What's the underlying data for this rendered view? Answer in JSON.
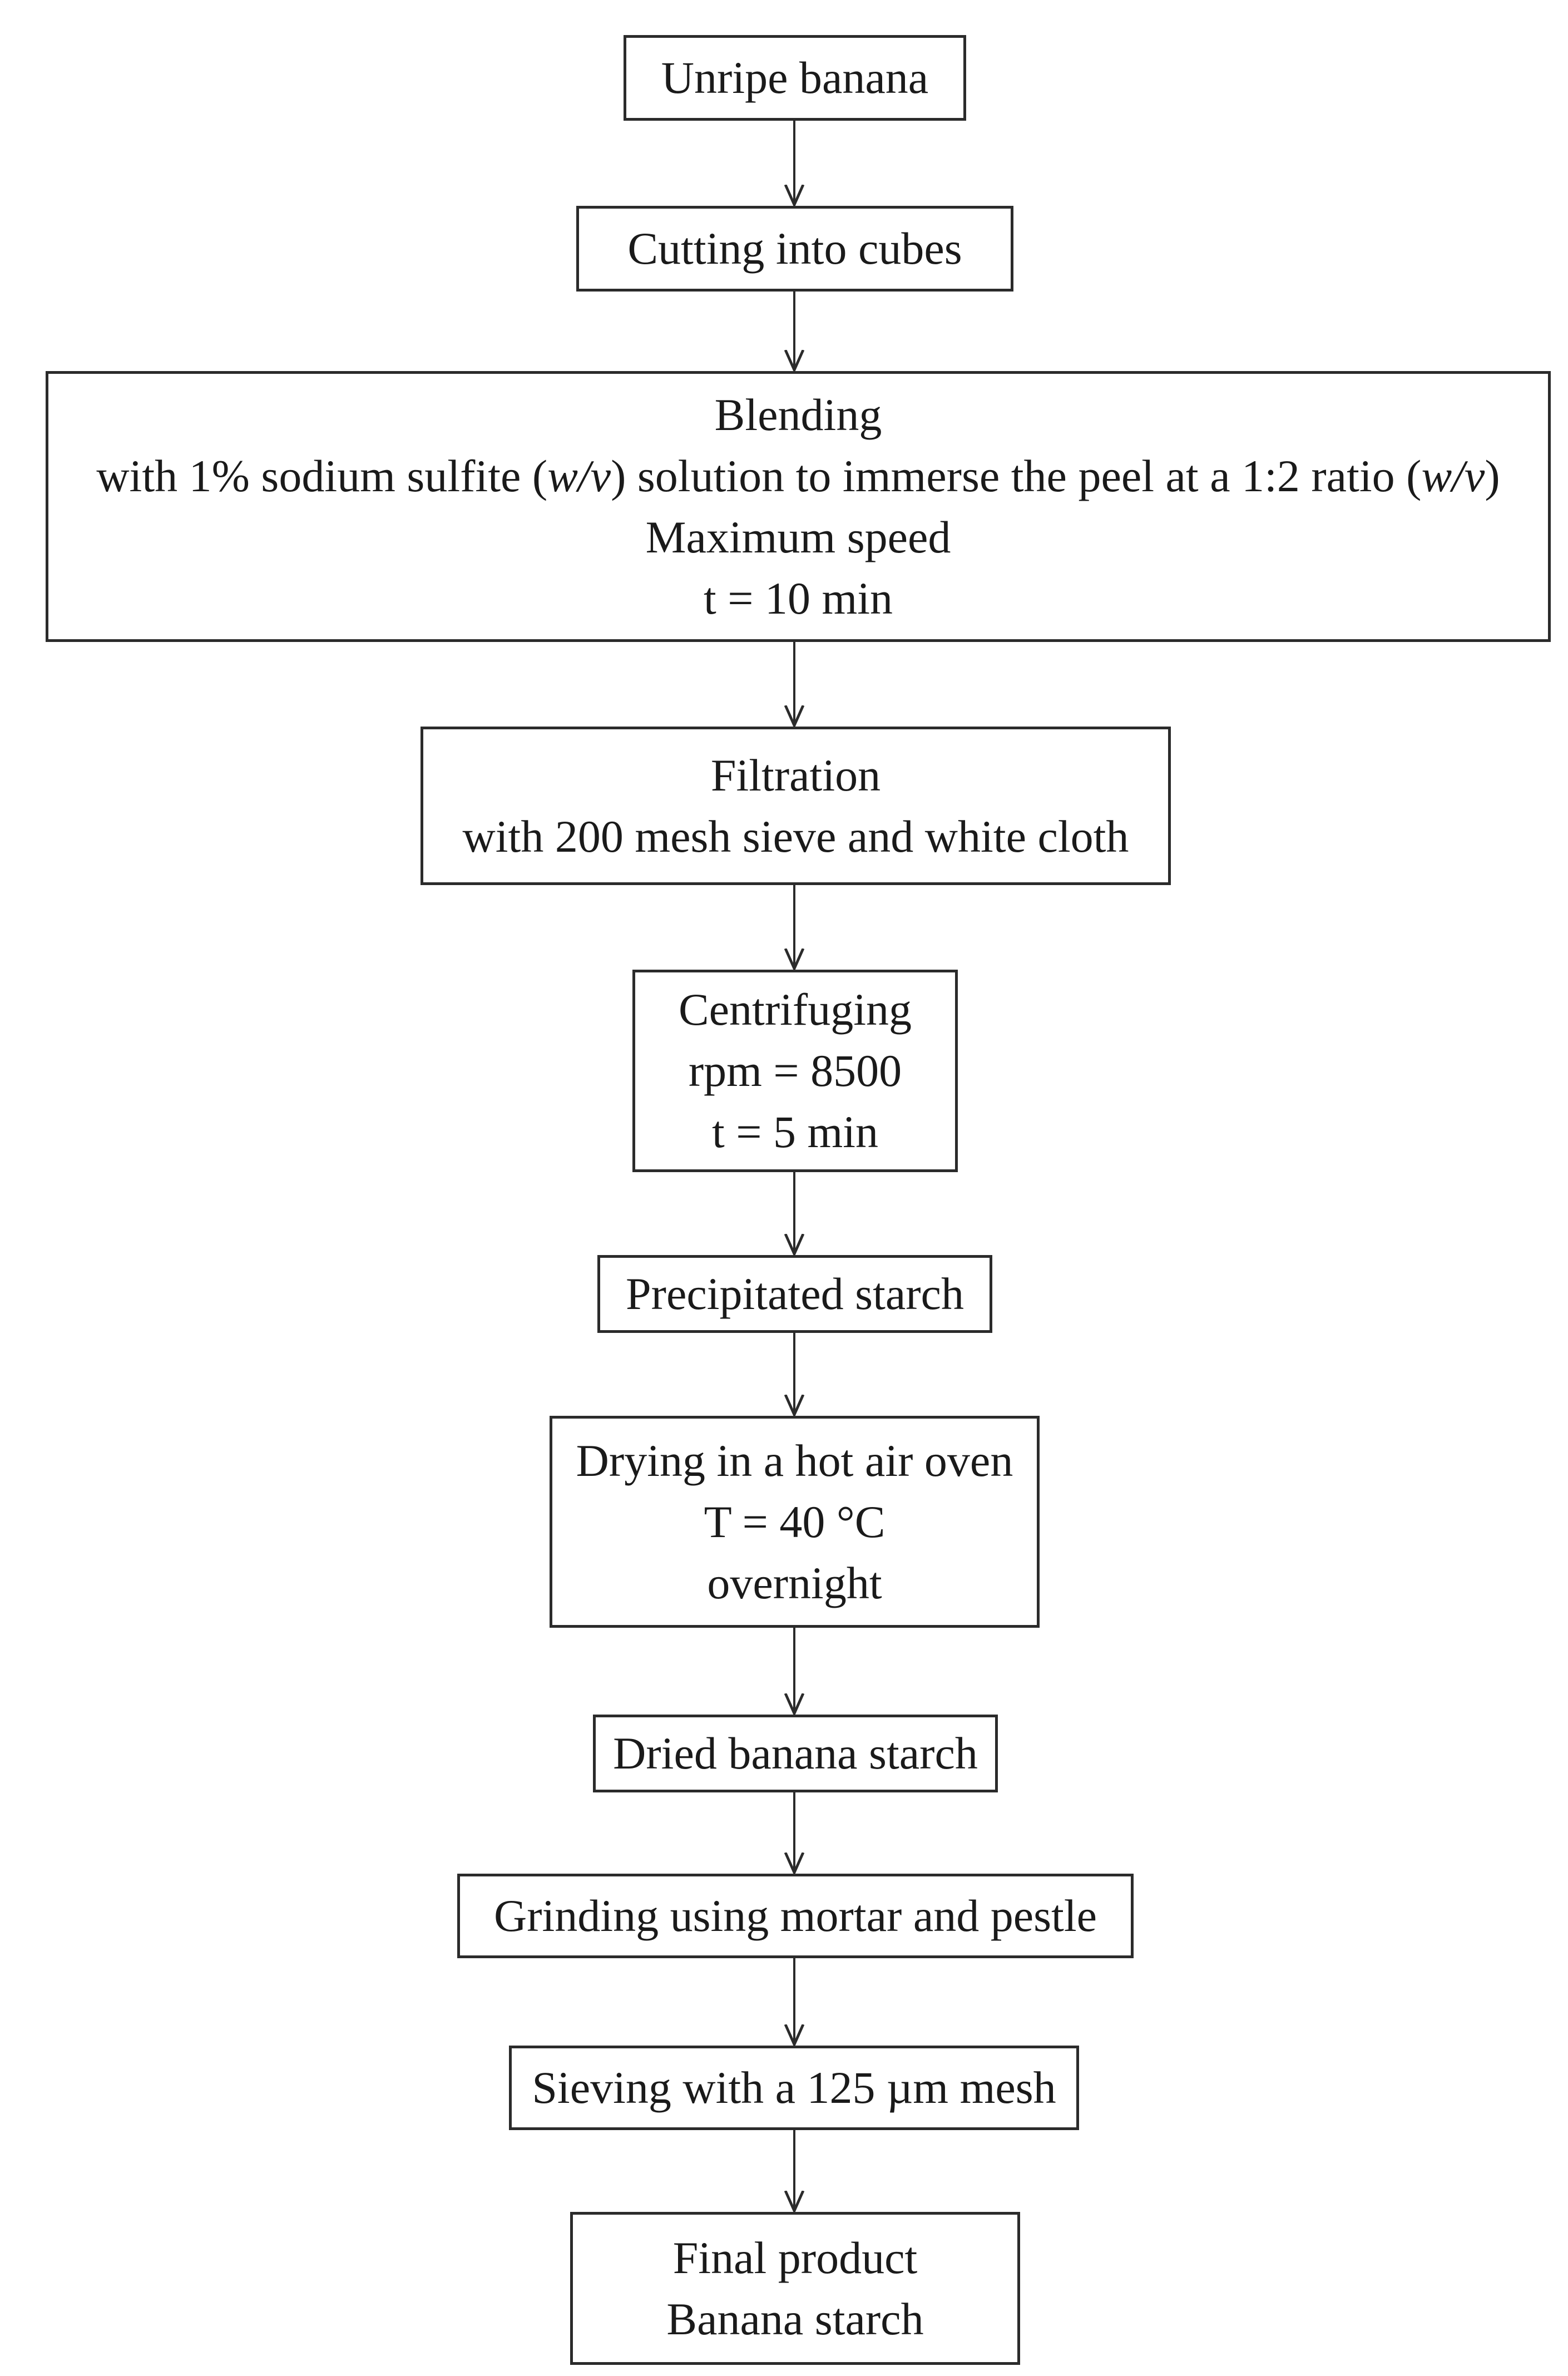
{
  "steps": [
    {
      "lines": [
        "Unripe banana"
      ]
    },
    {
      "lines": [
        "Cutting into cubes"
      ]
    },
    {
      "lines": [
        "Blending",
        "with 1% sodium sulfite (w/v) solution to immerse the peel at a 1:2 ratio (w/v)",
        "Maximum speed",
        "t = 10 min"
      ]
    },
    {
      "lines": [
        "Filtration",
        "with 200 mesh sieve and white cloth"
      ]
    },
    {
      "lines": [
        "Centrifuging",
        "rpm = 8500",
        "t = 5 min"
      ]
    },
    {
      "lines": [
        "Precipitated starch"
      ]
    },
    {
      "lines": [
        "Drying in a hot air oven",
        "T = 40 °C",
        "overnight"
      ]
    },
    {
      "lines": [
        "Dried banana starch"
      ]
    },
    {
      "lines": [
        "Grinding using mortar and pestle"
      ]
    },
    {
      "lines": [
        "Sieving with a 125 µm mesh"
      ]
    },
    {
      "lines": [
        "Final product",
        "Banana starch"
      ]
    }
  ],
  "blending_detail": {
    "part1": "with 1% sodium sulfite (",
    "wv1": "w/v",
    "part2": ") solution to immerse the peel at a 1:2 ratio (",
    "wv2": "w/v",
    "part3": ")"
  },
  "colors": {
    "stroke": "#2b2b2b",
    "text": "#1a1a1a",
    "background": "#ffffff"
  }
}
